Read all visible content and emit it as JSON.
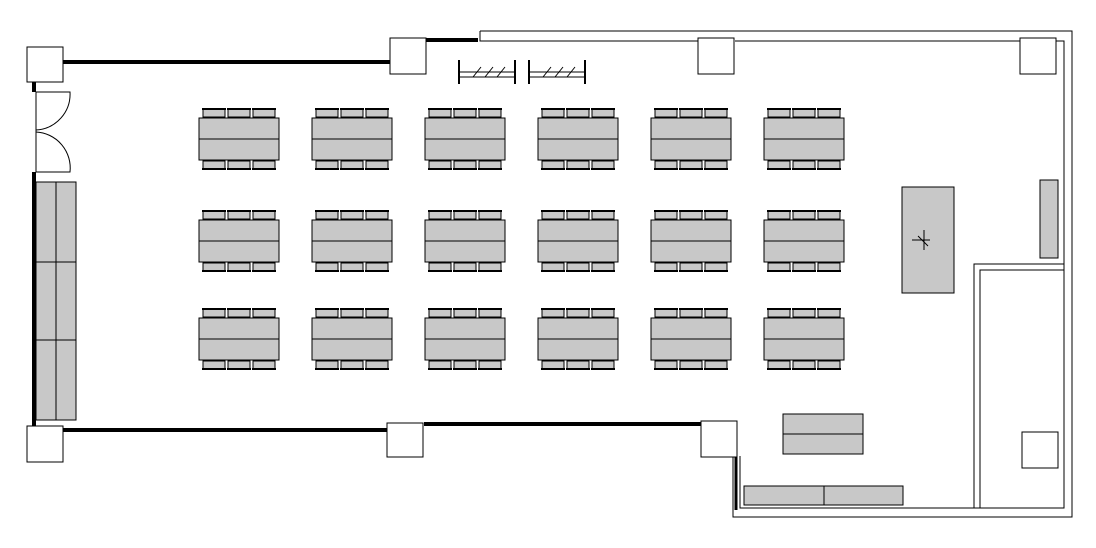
{
  "plan": {
    "colors": {
      "background": "#ffffff",
      "line": "#000000",
      "furniture_fill": "#c8c8c8",
      "thick_wall": "#000000"
    },
    "seating": {
      "rows": 3,
      "columns": 6,
      "chairs_per_side": 3,
      "table_segments": 2
    },
    "features": {
      "entrance_door": "double-swing-door",
      "side_counter": "storage-cabinets",
      "lectern": "presenter-table",
      "coat_racks": 2,
      "side_tables": 3,
      "back_room": "adjacent-room"
    }
  }
}
